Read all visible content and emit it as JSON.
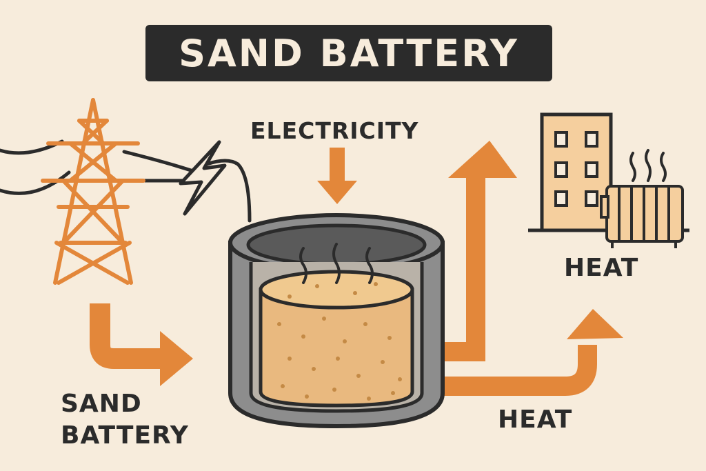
{
  "title": "SAND BATTERY",
  "labels": {
    "electricity": "ELECTRICITY",
    "heat_top": "HEAT",
    "heat_bottom": "HEAT",
    "sand_line1": "SAND",
    "sand_line2": "BATTERY"
  },
  "colors": {
    "background": "#f7ecdc",
    "accent_orange": "#e3873a",
    "dark": "#2b2b2b",
    "sand": "#e9b97f",
    "tank_gray": "#8d8d8d"
  },
  "icons": [
    "power-pylon-icon",
    "lightning-bolt-icon",
    "building-icon",
    "radiator-icon",
    "steam-icon"
  ]
}
